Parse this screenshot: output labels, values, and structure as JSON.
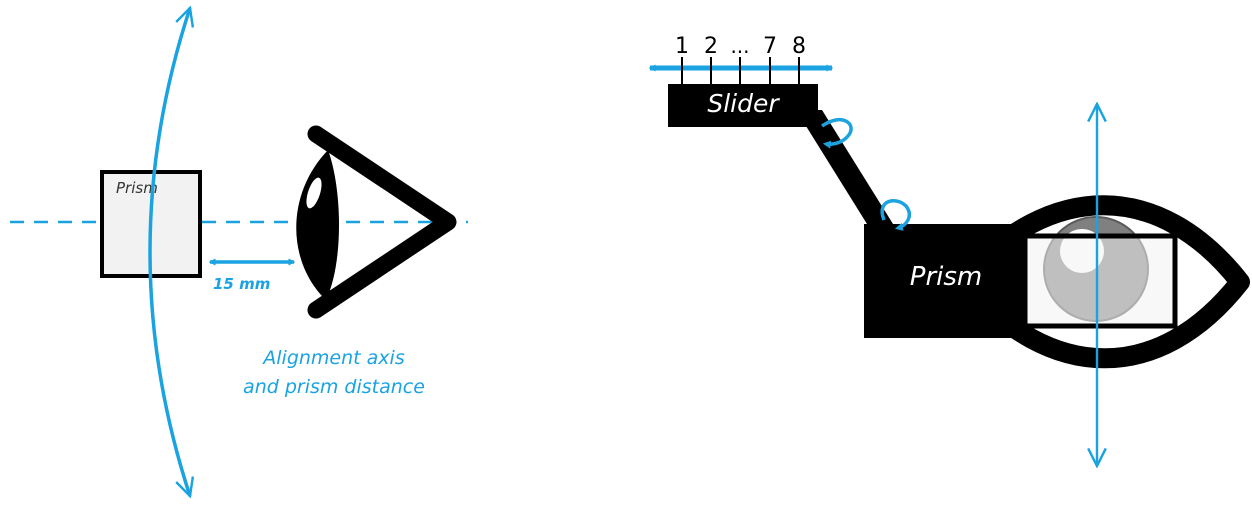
{
  "colors": {
    "accent": "#1aa3e0",
    "ink": "#000000",
    "prism_fill": "#f2f2f2",
    "pupil": "#808080"
  },
  "left_panel": {
    "prism_label": "Prism",
    "distance_label": "15 mm",
    "caption_line1": "Alignment axis",
    "caption_line2": "and prism distance"
  },
  "right_panel": {
    "slider_label": "Slider",
    "prism_label": "Prism",
    "slider_positions": [
      "1",
      "2",
      "...",
      "7",
      "8"
    ]
  }
}
